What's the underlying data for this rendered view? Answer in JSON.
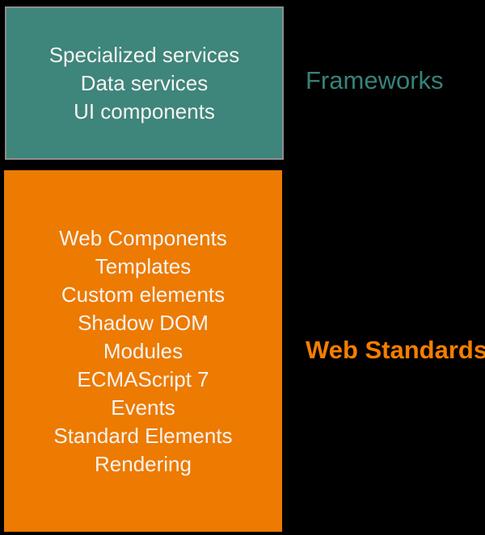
{
  "canvas": {
    "background_color": "#000000",
    "body_text_color": "#F6F4F1"
  },
  "frameworks": {
    "label": "Frameworks",
    "label_color": "#37827A",
    "box_color": "#3E857B",
    "box_border_color": "#8E8E8E",
    "items": [
      "Specialized services",
      "Data services",
      "UI components"
    ]
  },
  "standards": {
    "label": "Web Standards",
    "label_color": "#F57E01",
    "box_color": "#ED7A01",
    "items": [
      "Web Components",
      "Templates",
      "Custom elements",
      "Shadow DOM",
      "Modules",
      "ECMAScript 7",
      "Events",
      "Standard Elements",
      "Rendering"
    ]
  }
}
